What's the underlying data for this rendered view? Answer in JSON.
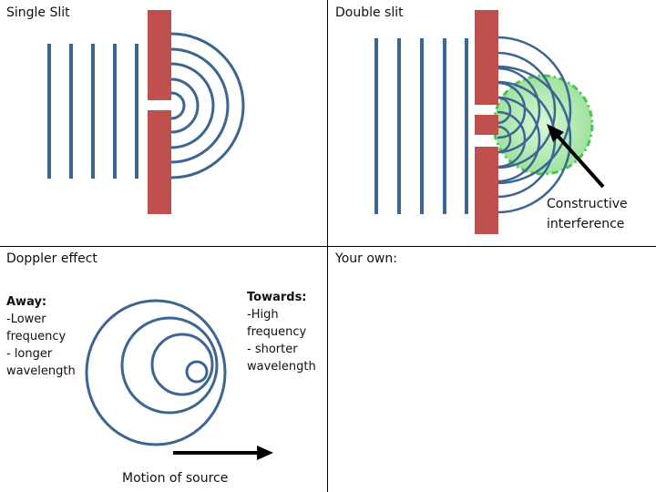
{
  "quadrants": {
    "top_left": {
      "title": "Single Slit"
    },
    "top_right": {
      "title": "Double slit",
      "annotation_line1": "Constructive",
      "annotation_line2": "interference"
    },
    "bottom_left": {
      "title": "Doppler effect",
      "away": {
        "heading": "Away:",
        "line1": "-Lower",
        "line2": "frequency",
        "line3": "- longer",
        "line4": "wavelength"
      },
      "towards": {
        "heading": "Towards:",
        "line1": "-High",
        "line2": "frequency",
        "line3": "- shorter",
        "line4": "wavelength"
      },
      "motion_label": "Motion of source"
    },
    "bottom_right": {
      "title": "Your own:"
    }
  },
  "colors": {
    "wave": "#3d6592",
    "barrier": "#c0504d",
    "interference_fill": "#b8ecb8",
    "interference_border": "#4ec24e",
    "arrow": "#000000"
  }
}
